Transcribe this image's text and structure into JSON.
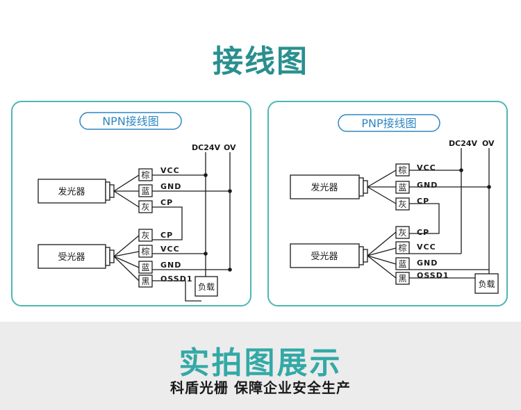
{
  "page_title": "接线图",
  "bottom": {
    "title": "实拍图展示",
    "subtitle": "科盾光栅 保障企业安全生产"
  },
  "npn": {
    "title": "NPN接线图",
    "dc24v": "DC24V",
    "ov": "OV",
    "emitter": "发光器",
    "receiver": "受光器",
    "load": "负载",
    "wires_top": [
      {
        "color": "棕",
        "signal": "VCC"
      },
      {
        "color": "蓝",
        "signal": "GND"
      },
      {
        "color": "灰",
        "signal": "CP"
      }
    ],
    "wires_bottom": [
      {
        "color": "灰",
        "signal": "CP"
      },
      {
        "color": "棕",
        "signal": "VCC"
      },
      {
        "color": "蓝",
        "signal": "GND"
      },
      {
        "color": "黑",
        "signal": "OSSD1"
      }
    ]
  },
  "pnp": {
    "title": "PNP接线图",
    "dc24v": "DC24V",
    "ov": "OV",
    "emitter": "发光器",
    "receiver": "受光器",
    "load": "负载",
    "wires_top": [
      {
        "color": "棕",
        "signal": "VCC"
      },
      {
        "color": "蓝",
        "signal": "GND"
      },
      {
        "color": "灰",
        "signal": "CP"
      }
    ],
    "wires_bottom": [
      {
        "color": "灰",
        "signal": "CP"
      },
      {
        "color": "棕",
        "signal": "VCC"
      },
      {
        "color": "蓝",
        "signal": "GND"
      },
      {
        "color": "黑",
        "signal": "OSSD1"
      }
    ]
  },
  "colors": {
    "title": "#2a8f8f",
    "panel_border": "#4db6b2",
    "pill_border": "#2e86c1",
    "bottom_title": "#33a9a6",
    "line": "#1a1a1a"
  }
}
